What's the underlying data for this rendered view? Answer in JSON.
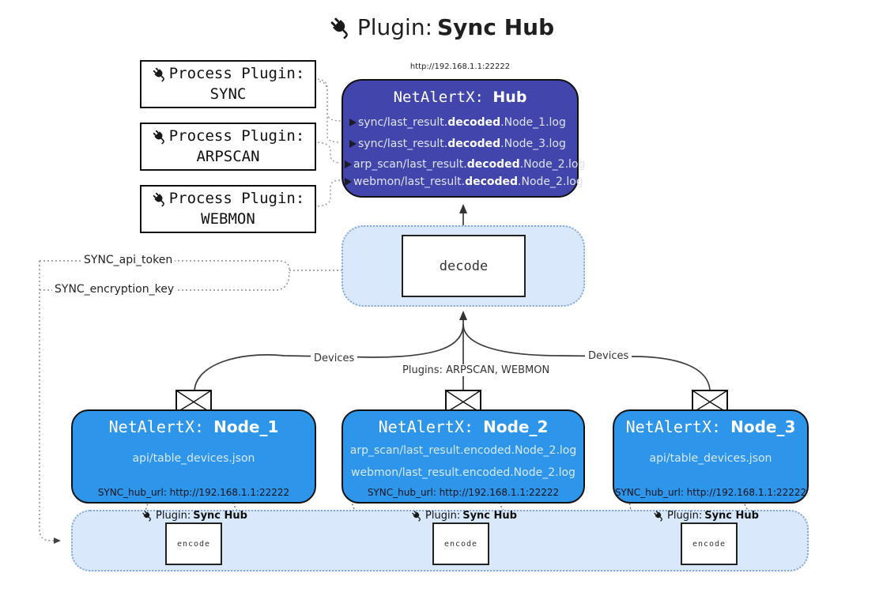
{
  "title": {
    "label": "Plugin:",
    "name": "Sync Hub"
  },
  "process_plugins": [
    {
      "label": "Process Plugin:",
      "name": "SYNC"
    },
    {
      "label": "Process Plugin:",
      "name": "ARPSCAN"
    },
    {
      "label": "Process Plugin:",
      "name": "WEBMON"
    }
  ],
  "hub": {
    "url": "http://192.168.1.1:22222",
    "title_prefix": "NetAlertX:",
    "title_name": "Hub",
    "logs": [
      {
        "pre": "sync/last_result.",
        "bold": "decoded",
        "post": ".Node_1.log"
      },
      {
        "pre": "sync/last_result.",
        "bold": "decoded",
        "post": ".Node_3.log"
      },
      {
        "pre": "arp_scan/last_result.",
        "bold": "decoded",
        "post": ".Node_2.log"
      },
      {
        "pre": "webmon/last_result.",
        "bold": "decoded",
        "post": ".Node_2.log"
      }
    ]
  },
  "decode": {
    "label": "decode"
  },
  "config": {
    "api_token": "SYNC_api_token",
    "encryption_key": "SYNC_encryption_key"
  },
  "edges": {
    "left_label": "Devices",
    "center_label": "Plugins: ARPSCAN, WEBMON",
    "right_label": "Devices"
  },
  "nodes": [
    {
      "title_prefix": "NetAlertX:",
      "title_name": "Node_1",
      "files": [
        "api/table_devices.json"
      ],
      "hub_url": "SYNC_hub_url: http://192.168.1.1:22222"
    },
    {
      "title_prefix": "NetAlertX:",
      "title_name": "Node_2",
      "files": [
        "arp_scan/last_result.encoded.Node_2.log",
        "webmon/last_result.encoded.Node_2.log"
      ],
      "hub_url": "SYNC_hub_url: http://192.168.1.1:22222"
    },
    {
      "title_prefix": "NetAlertX:",
      "title_name": "Node_3",
      "files": [
        "api/table_devices.json"
      ],
      "hub_url": "SYNC_hub_url: http://192.168.1.1:22222"
    }
  ],
  "encoders": [
    {
      "plugin_label": "Plugin:",
      "plugin_name": "Sync Hub",
      "box_label": "encode"
    },
    {
      "plugin_label": "Plugin:",
      "plugin_name": "Sync Hub",
      "box_label": "encode"
    },
    {
      "plugin_label": "Plugin:",
      "plugin_name": "Sync Hub",
      "box_label": "encode"
    }
  ],
  "colors": {
    "hub": "#4245ac",
    "node": "#2d96ea",
    "band": "#d9e8fa",
    "band_border": "#84a9d2",
    "wire": "#3c3c3c",
    "dotted": "#8a8a8a"
  }
}
